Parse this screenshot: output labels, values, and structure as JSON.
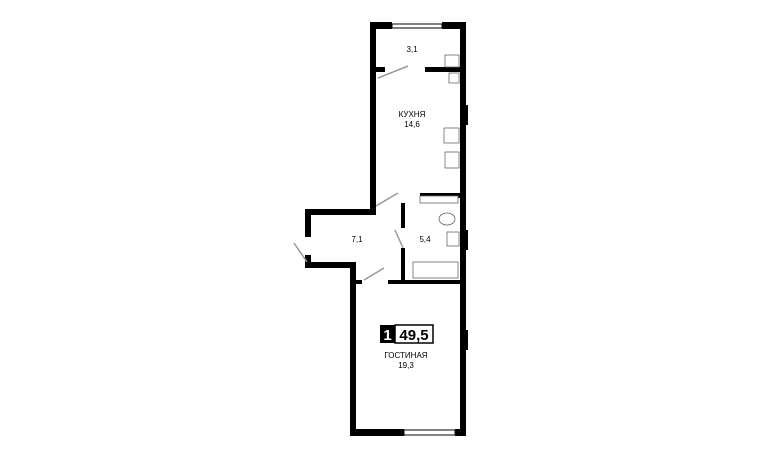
{
  "plan": {
    "rooms_count": "1",
    "total_area": "49,5",
    "rooms": [
      {
        "name": "",
        "area": "3,1"
      },
      {
        "name": "КУХНЯ",
        "area": "14,6"
      },
      {
        "name": "",
        "area": "7,1"
      },
      {
        "name": "",
        "area": "5,4"
      },
      {
        "name": "ГОСТИНАЯ",
        "area": "19,3"
      }
    ]
  }
}
